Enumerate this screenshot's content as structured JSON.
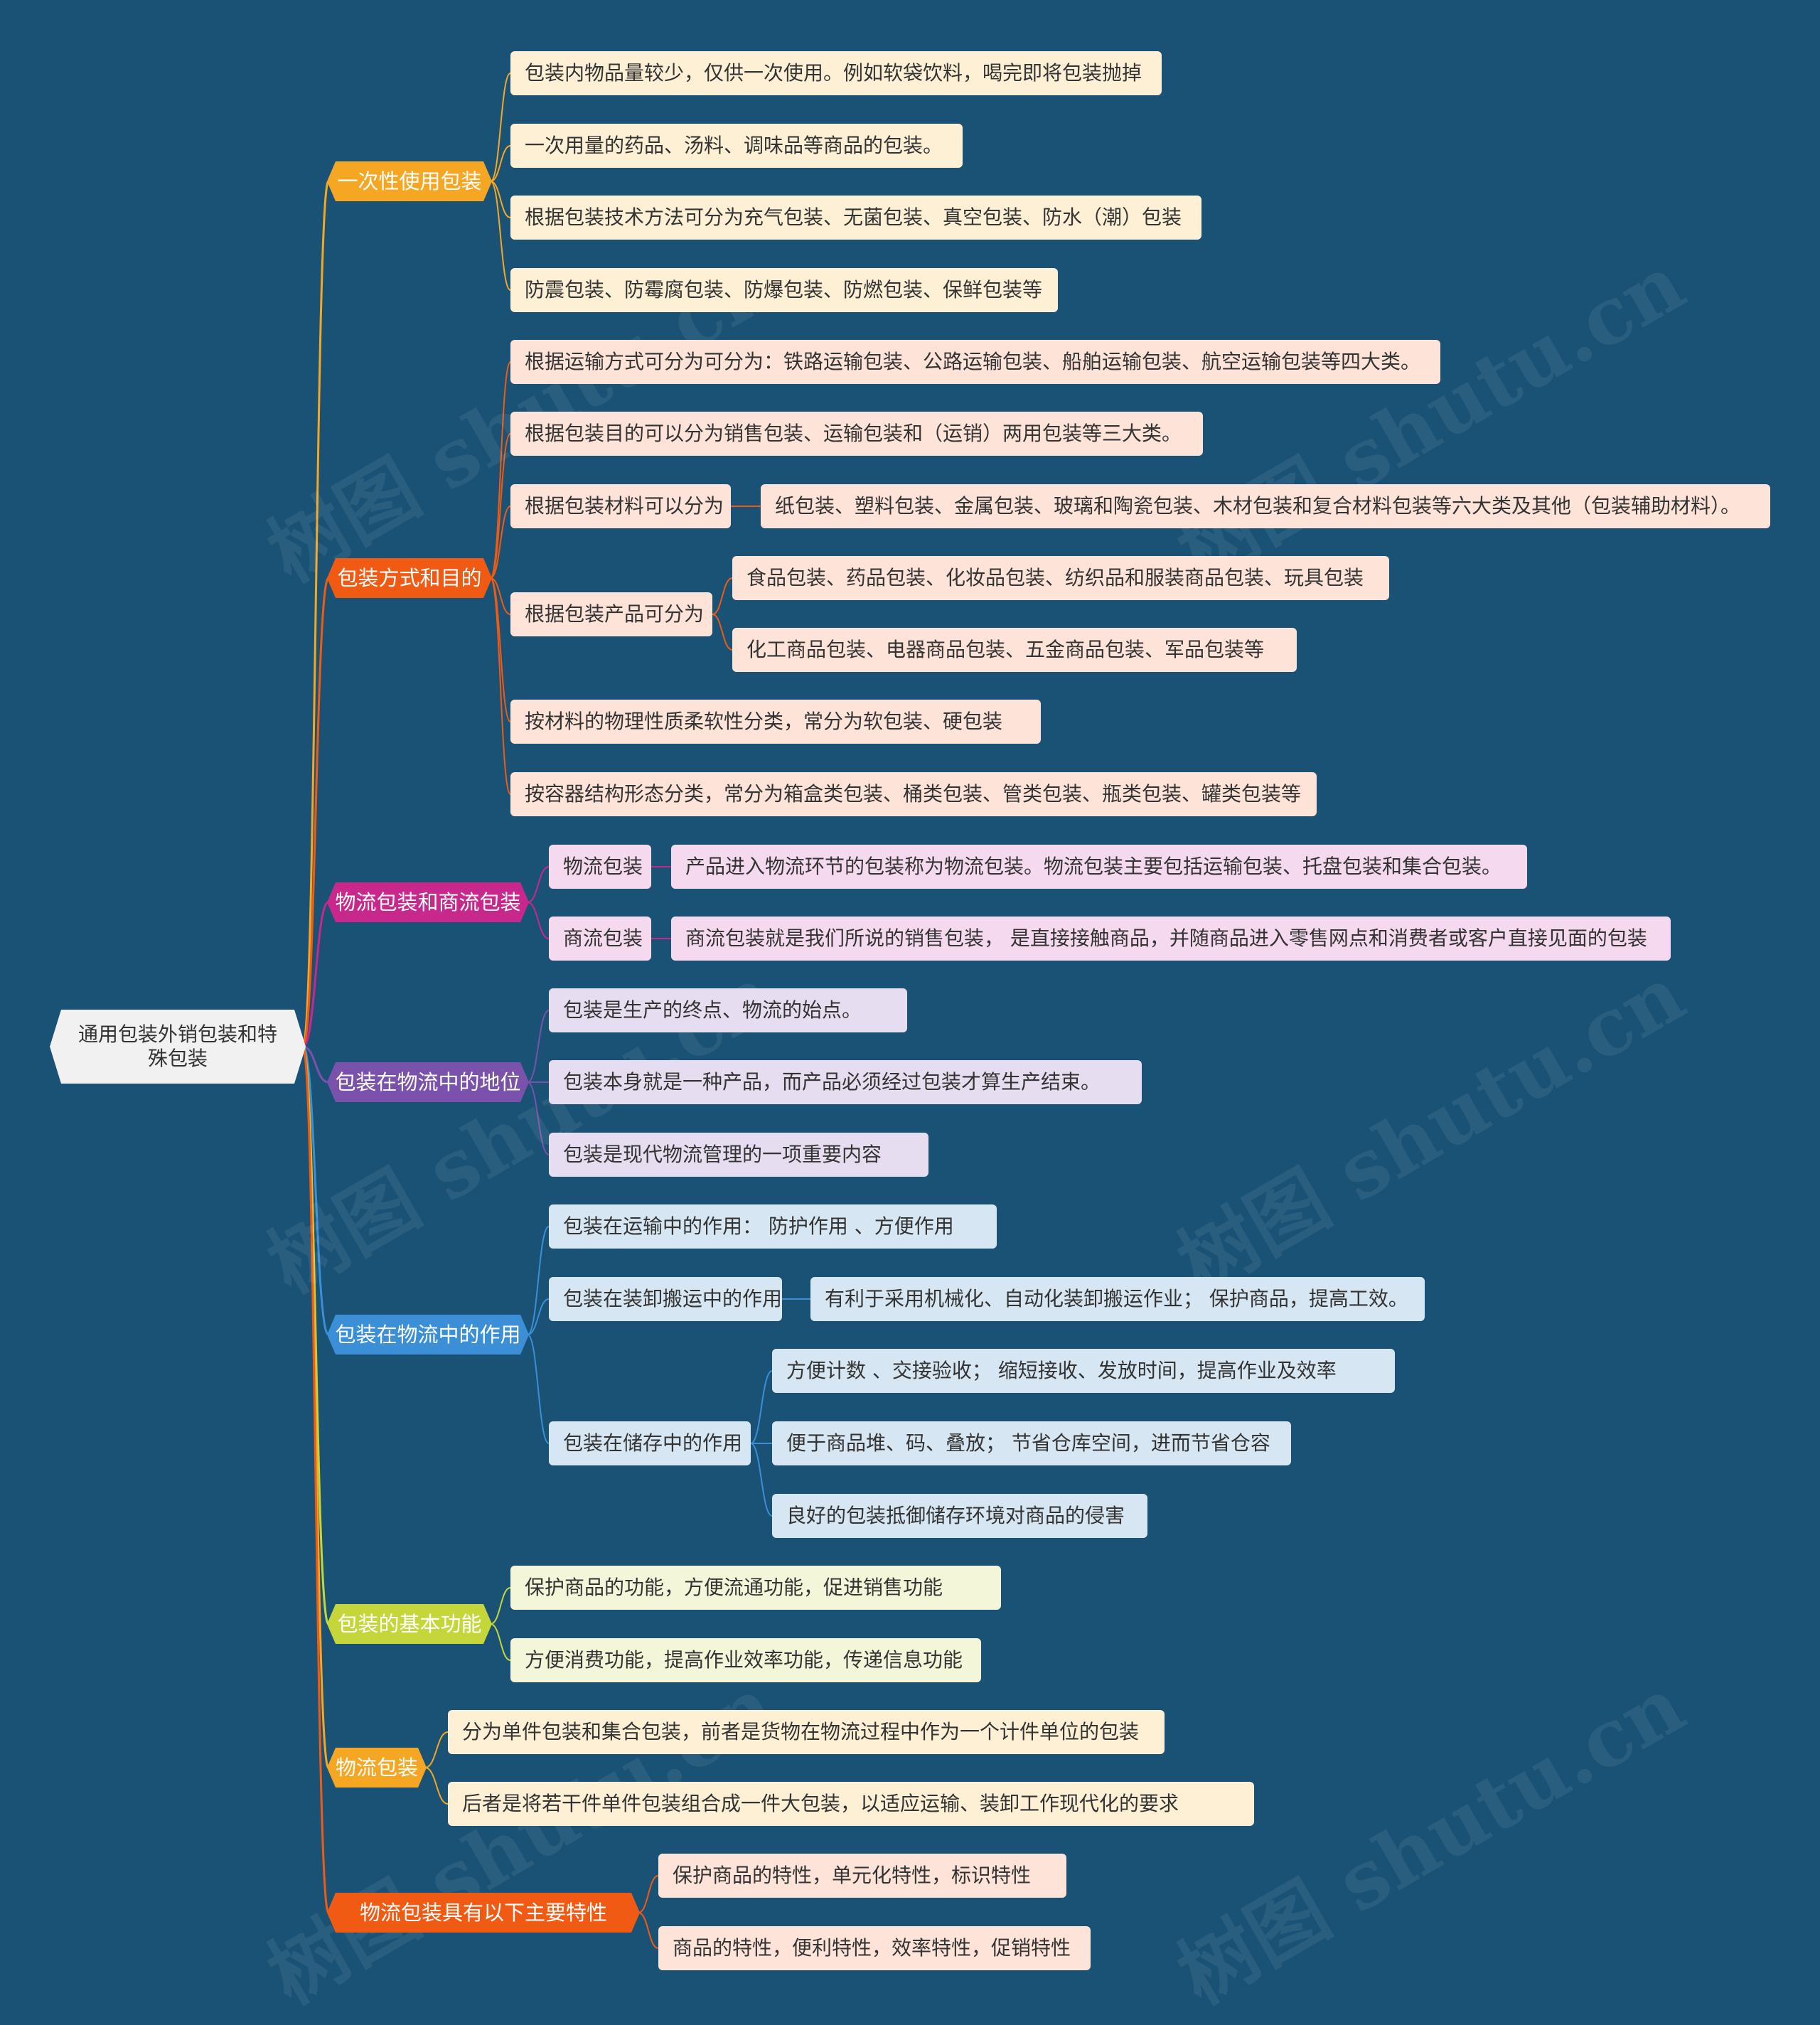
{
  "root": "通用包装外销包装和特殊包装",
  "watermark": "树图 shutu.cn",
  "topics": [
    {
      "label": "一次性使用包装",
      "color": "#f5a623",
      "leaf_bg": "#fdf0d5",
      "children": [
        {
          "label": "包装内物品量较少，仅供一次使用。例如软袋饮料，喝完即将包装抛掉"
        },
        {
          "label": "一次用量的药品、汤料、调味品等商品的包装。"
        },
        {
          "label": "根据包装技术方法可分为充气包装、无菌包装、真空包装、防水（潮）包装"
        },
        {
          "label": "防震包装、防霉腐包装、防爆包装、防燃包装、保鲜包装等"
        }
      ]
    },
    {
      "label": "包装方式和目的",
      "color": "#f05a12",
      "leaf_bg": "#fde3d8",
      "children": [
        {
          "label": "根据运输方式可分为可分为：铁路运输包装、公路运输包装、船舶运输包装、航空运输包装等四大类。"
        },
        {
          "label": "根据包装目的可以分为销售包装、运输包装和（运销）两用包装等三大类。"
        },
        {
          "label": "根据包装材料可以分为",
          "children": [
            {
              "label": "纸包装、塑料包装、金属包装、玻璃和陶瓷包装、木材包装和复合材料包装等六大类及其他（包装辅助材料）。"
            }
          ]
        },
        {
          "label": "根据包装产品可分为",
          "children": [
            {
              "label": "食品包装、药品包装、化妆品包装、纺织品和服装商品包装、玩具包装"
            },
            {
              "label": "化工商品包装、电器商品包装、五金商品包装、军品包装等"
            }
          ]
        },
        {
          "label": "按材料的物理性质柔软性分类，常分为软包装、硬包装"
        },
        {
          "label": "按容器结构形态分类，常分为箱盒类包装、桶类包装、管类包装、瓶类包装、罐类包装等"
        }
      ]
    },
    {
      "label": "物流包装和商流包装",
      "color": "#c8288c",
      "leaf_bg": "#f5d9ee",
      "children": [
        {
          "label": "物流包装",
          "children": [
            {
              "label": "产品进入物流环节的包装称为物流包装。物流包装主要包括运输包装、托盘包装和集合包装。"
            }
          ]
        },
        {
          "label": "商流包装",
          "children": [
            {
              "label": "商流包装就是我们所说的销售包装， 是直接接触商品，并随商品进入零售网点和消费者或客户直接见面的包装"
            }
          ]
        }
      ]
    },
    {
      "label": "包装在物流中的地位",
      "color": "#7b52ab",
      "leaf_bg": "#e6def0",
      "children": [
        {
          "label": "包装是生产的终点、物流的始点。"
        },
        {
          "label": "包装本身就是一种产品，而产品必须经过包装才算生产结束。"
        },
        {
          "label": "包装是现代物流管理的一项重要内容"
        }
      ]
    },
    {
      "label": "包装在物流中的作用",
      "color": "#3a8fd6",
      "leaf_bg": "#d6e6f2",
      "children": [
        {
          "label": "包装在运输中的作用： 防护作用 、方便作用"
        },
        {
          "label": "包装在装卸搬运中的作用",
          "children": [
            {
              "label": "有利于采用机械化、自动化装卸搬运作业； 保护商品，提高工效。"
            }
          ]
        },
        {
          "label": "包装在储存中的作用",
          "children": [
            {
              "label": "方便计数 、交接验收； 缩短接收、发放时间，提高作业及效率"
            },
            {
              "label": "便于商品堆、码、叠放； 节省仓库空间，进而节省仓容"
            },
            {
              "label": "良好的包装抵御储存环境对商品的侵害"
            }
          ]
        }
      ]
    },
    {
      "label": "包装的基本功能",
      "color": "#c4d63a",
      "leaf_bg": "#f3f6d8",
      "children": [
        {
          "label": "保护商品的功能，方便流通功能，促进销售功能"
        },
        {
          "label": "方便消费功能，提高作业效率功能，传递信息功能"
        }
      ]
    },
    {
      "label": "物流包装",
      "color": "#f5a623",
      "leaf_bg": "#fdf0d5",
      "children": [
        {
          "label": "分为单件包装和集合包装，前者是货物在物流过程中作为一个计件单位的包装"
        },
        {
          "label": "后者是将若干件单件包装组合成一件大包装，以适应运输、装卸工作现代化的要求"
        }
      ]
    },
    {
      "label": "物流包装具有以下主要特性",
      "color": "#f05a12",
      "leaf_bg": "#fde3d8",
      "children": [
        {
          "label": "保护商品的特性，单元化特性，标识特性"
        },
        {
          "label": "商品的特性，便利特性，效率特性，促销特性"
        }
      ]
    }
  ]
}
